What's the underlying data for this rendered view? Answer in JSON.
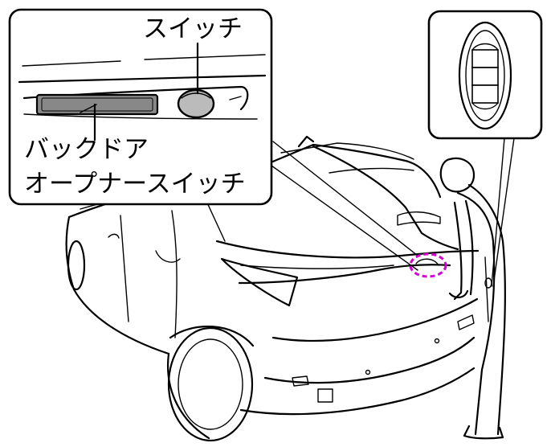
{
  "labels": {
    "switch": "スイッチ",
    "opener_line1": "バックドア",
    "opener_line2": "オープナースイッチ"
  },
  "colors": {
    "line": "#000000",
    "background": "#ffffff",
    "highlight": "#d400d4",
    "switch_fill": "#888888",
    "button_fill": "#bbbbbb"
  },
  "icons": {
    "key_fob": "intelligent-key-fob-icon",
    "switch": "door-switch-icon",
    "opener": "back-door-opener-icon"
  }
}
